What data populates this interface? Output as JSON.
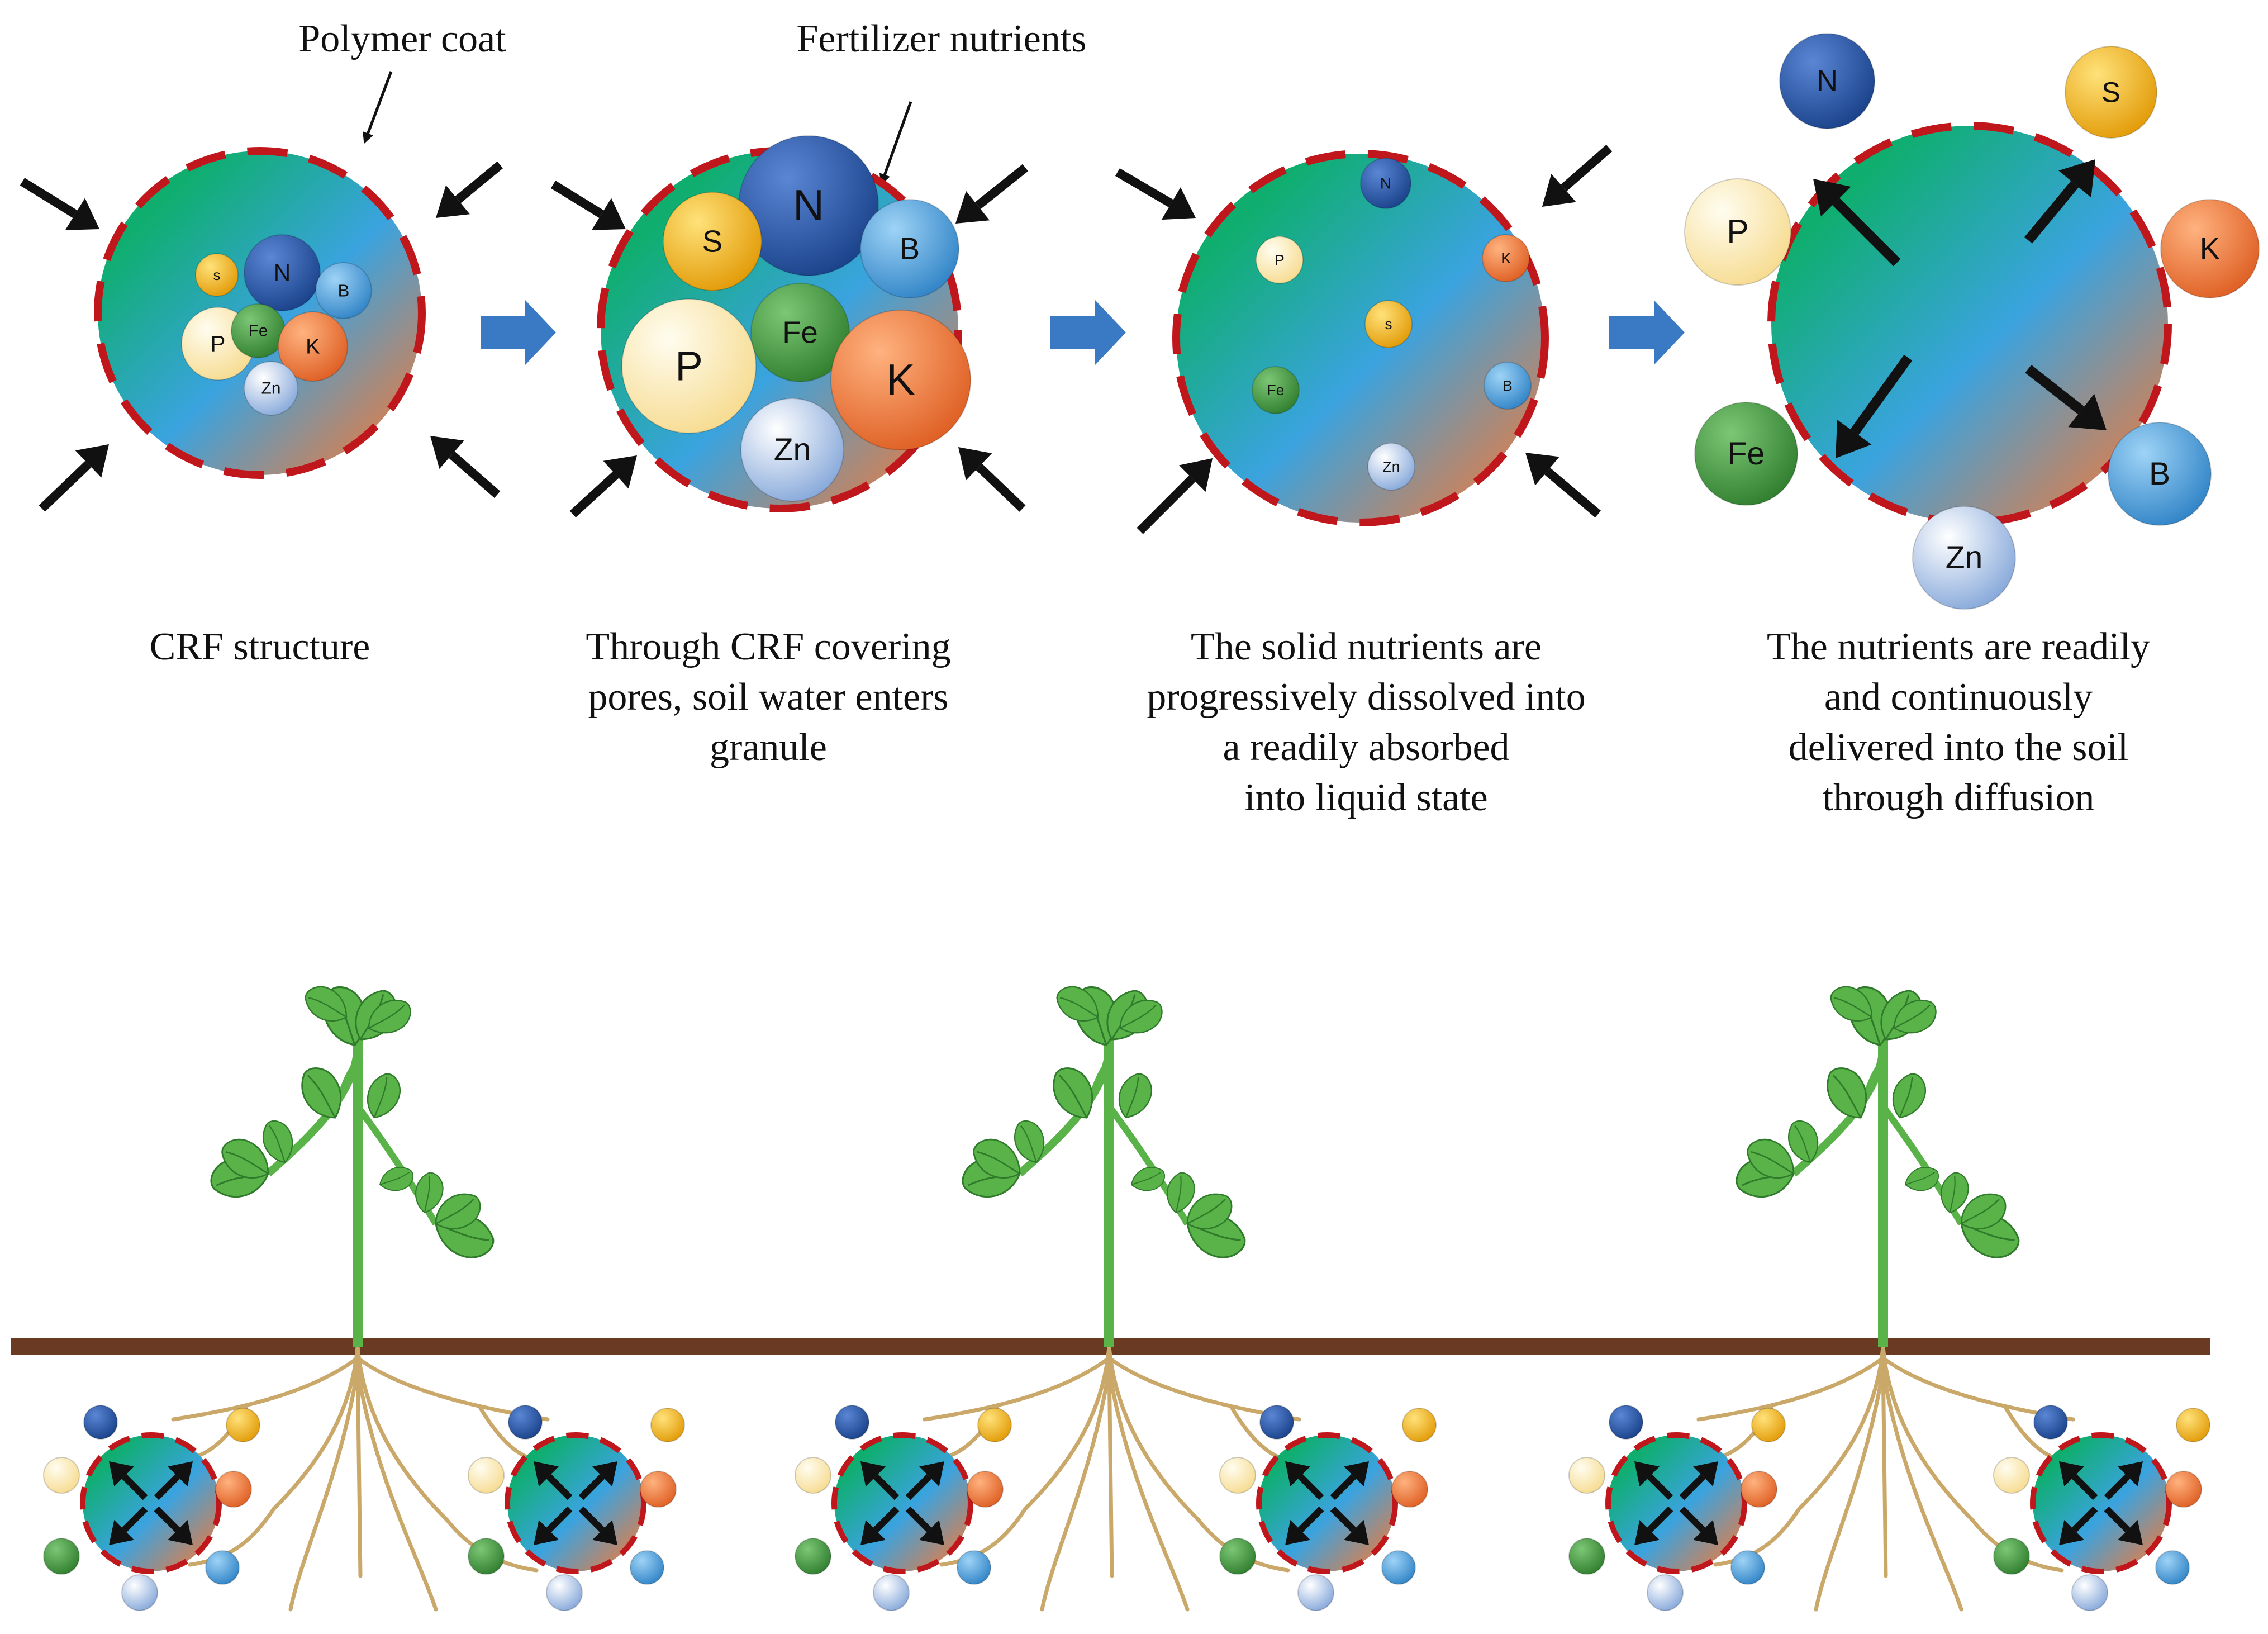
{
  "annotations": {
    "polymer_coat": "Polymer coat",
    "fertilizer_nutrients": "Fertilizer nutrients"
  },
  "captions": [
    [
      "CRF structure"
    ],
    [
      "Through CRF covering",
      "pores, soil water enters",
      "granule"
    ],
    [
      "The solid nutrients are",
      "progressively dissolved into",
      "a readily absorbed",
      "into liquid state"
    ],
    [
      "The nutrients are readily",
      "and continuously",
      "delivered into the soil",
      "through diffusion"
    ]
  ],
  "nutrients": {
    "N": {
      "label": "N",
      "color": "#1f4f9e"
    },
    "S": {
      "label": "S",
      "color": "#f2b400"
    },
    "S_small": {
      "label": "s",
      "color": "#f2b400"
    },
    "B": {
      "label": "B",
      "color": "#3f98d8"
    },
    "P": {
      "label": "P",
      "color": "#fbeaa6"
    },
    "Fe": {
      "label": "Fe",
      "color": "#3f9a3d"
    },
    "K": {
      "label": "K",
      "color": "#f07a32"
    },
    "Zn": {
      "label": "Zn",
      "color": "#a9c6ea"
    }
  },
  "colors": {
    "granule_green": "#0fae6f",
    "granule_blue": "#3aa3df",
    "granule_orange": "#f07a3a",
    "coat": "#c0171c",
    "process_arrow": "#3a7ac4",
    "soil_line": "#6b3a22",
    "plant": "#59b349",
    "plant_dark": "#2f7a2b",
    "root": "#c9a86a"
  }
}
